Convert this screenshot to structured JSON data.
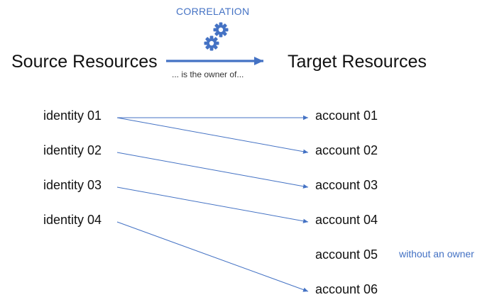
{
  "header": {
    "correlation_label": "CORRELATION",
    "source_title": "Source Resources",
    "target_title": "Target Resources",
    "relation_caption": "... is the owner of..."
  },
  "icons": {
    "correlation": "gears-icon"
  },
  "colors": {
    "accent": "#4472c4",
    "text": "#111111"
  },
  "source": [
    {
      "label": "identity 01"
    },
    {
      "label": "identity 02"
    },
    {
      "label": "identity 03"
    },
    {
      "label": "identity 04"
    }
  ],
  "target": [
    {
      "label": "account 01"
    },
    {
      "label": "account 02"
    },
    {
      "label": "account 03"
    },
    {
      "label": "account 04"
    },
    {
      "label": "account 05",
      "note": "without an owner"
    },
    {
      "label": "account 06"
    }
  ],
  "links": [
    {
      "from": 0,
      "to": 0
    },
    {
      "from": 0,
      "to": 1
    },
    {
      "from": 1,
      "to": 2
    },
    {
      "from": 2,
      "to": 3
    },
    {
      "from": 3,
      "to": 5
    }
  ]
}
